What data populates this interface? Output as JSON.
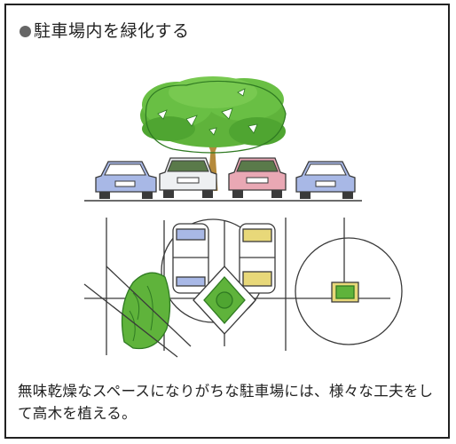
{
  "heading": {
    "text": "駐車場内を緑化する",
    "bullet_icon": "filled-circle-bullet"
  },
  "illustration": {
    "elevation_view": {
      "cars": [
        "car-left-blue",
        "car-center-white",
        "car-center-pink",
        "car-right-blue"
      ],
      "tree": "large-deciduous-tree"
    },
    "plan_view": {
      "parked_cars": [
        "car-plan-left",
        "car-plan-right"
      ],
      "planters": [
        "diamond-planter",
        "square-planter"
      ]
    },
    "colors": {
      "foliage": "#5fb33b",
      "foliage_dark": "#2f7a22",
      "trunk": "#b58a3c",
      "car_blue": "#a8b8e6",
      "car_pink": "#e9a8b4",
      "car_yellow": "#e8d879",
      "line": "#3a3a3a"
    }
  },
  "caption": {
    "text": "無味乾燥なスペースになりがちな駐車場には、様々な工夫をして高木を植える。"
  }
}
